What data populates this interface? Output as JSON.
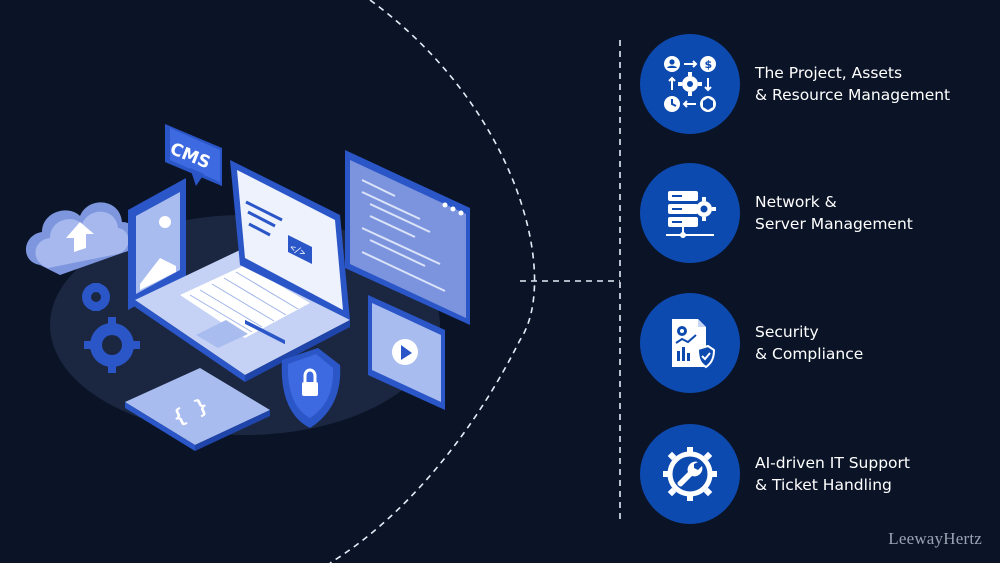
{
  "features": [
    {
      "line1": "The Project, Assets",
      "line2": "& Resource Management",
      "icon": "project-asset-cycle-icon"
    },
    {
      "line1": "Network &",
      "line2": "Server Management",
      "icon": "server-gear-icon"
    },
    {
      "line1": "Security",
      "line2": "& Compliance",
      "icon": "document-shield-icon"
    },
    {
      "line1": "AI-driven IT Support",
      "line2": "& Ticket Handling",
      "icon": "wrench-gear-icon"
    }
  ],
  "illustration": {
    "cms_label": "CMS",
    "code_tag": "</>",
    "braces": "{ }"
  },
  "watermark": "LeewayHertz",
  "colors": {
    "background": "#0b1427",
    "accent_blue": "#0d4ab0",
    "light_blue": "#7b94dd",
    "white": "#ffffff"
  }
}
